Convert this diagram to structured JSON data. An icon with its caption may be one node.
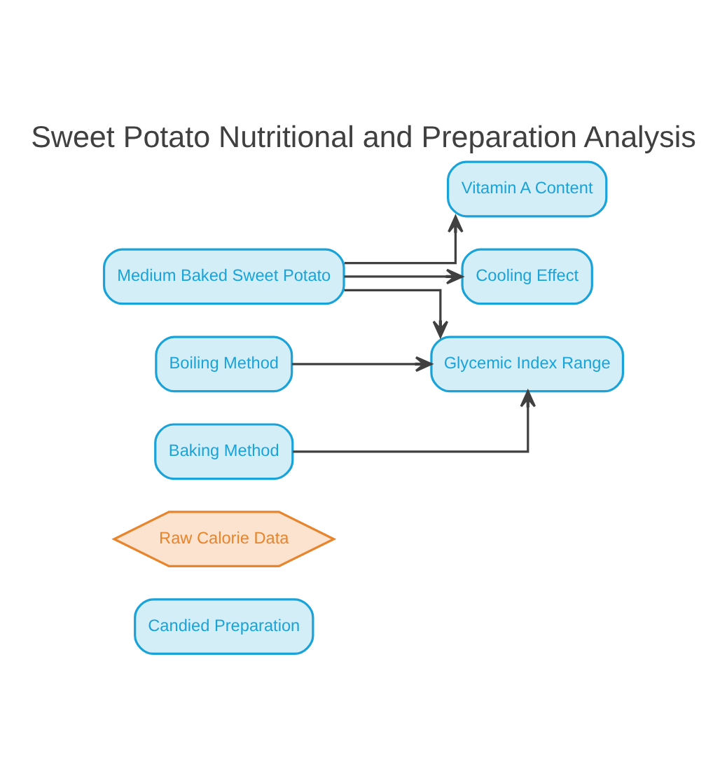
{
  "diagram": {
    "title": "Sweet Potato Nutritional and Preparation Analysis",
    "nodes": [
      {
        "text": [
          "Medium Baked Sweet Potato"
        ]
      },
      {
        "text": [
          "Boiling Method"
        ]
      },
      {
        "text": [
          "Baking Method"
        ]
      },
      {
        "text": [
          "Raw Calorie Data"
        ]
      },
      {
        "text": [
          "Candied Preparation"
        ]
      },
      {
        "text": [
          "Vitamin A Content"
        ]
      },
      {
        "text": [
          "Cooling Effect"
        ]
      },
      {
        "text": [
          "Glycemic Index Range"
        ]
      }
    ],
    "edges": [
      {
        "from": 0,
        "to": 5,
        "arrow": "to"
      },
      {
        "from": 0,
        "to": 6,
        "arrow": "to"
      },
      {
        "from": 0,
        "to": 7,
        "arrow": "to"
      },
      {
        "from": 1,
        "to": 7,
        "arrow": "to"
      },
      {
        "from": 2,
        "to": 7,
        "arrow": "to"
      }
    ]
  }
}
